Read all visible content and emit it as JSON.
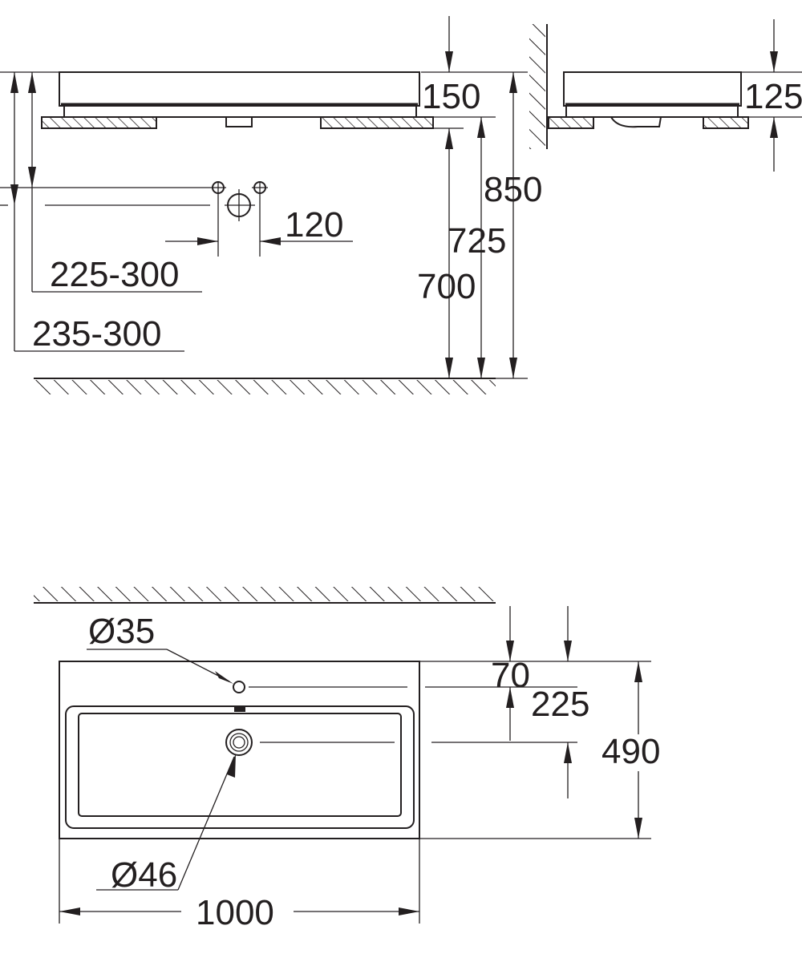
{
  "colors": {
    "line": "#231f20",
    "background": "#ffffff"
  },
  "front_elevation": {
    "basin_height": "150",
    "height_850": "850",
    "height_725": "725",
    "height_700": "700",
    "tap_spacing": "120",
    "bracket_range_225_300": "225-300",
    "bracket_range_235_300": "235-300"
  },
  "side_elevation": {
    "basin_height": "125"
  },
  "plan_view": {
    "tap_hole_diameter": "Ø35",
    "waste_diameter": "Ø46",
    "tap_hole_from_wall": "70",
    "waste_from_wall": "225",
    "depth": "490",
    "width": "1000"
  }
}
